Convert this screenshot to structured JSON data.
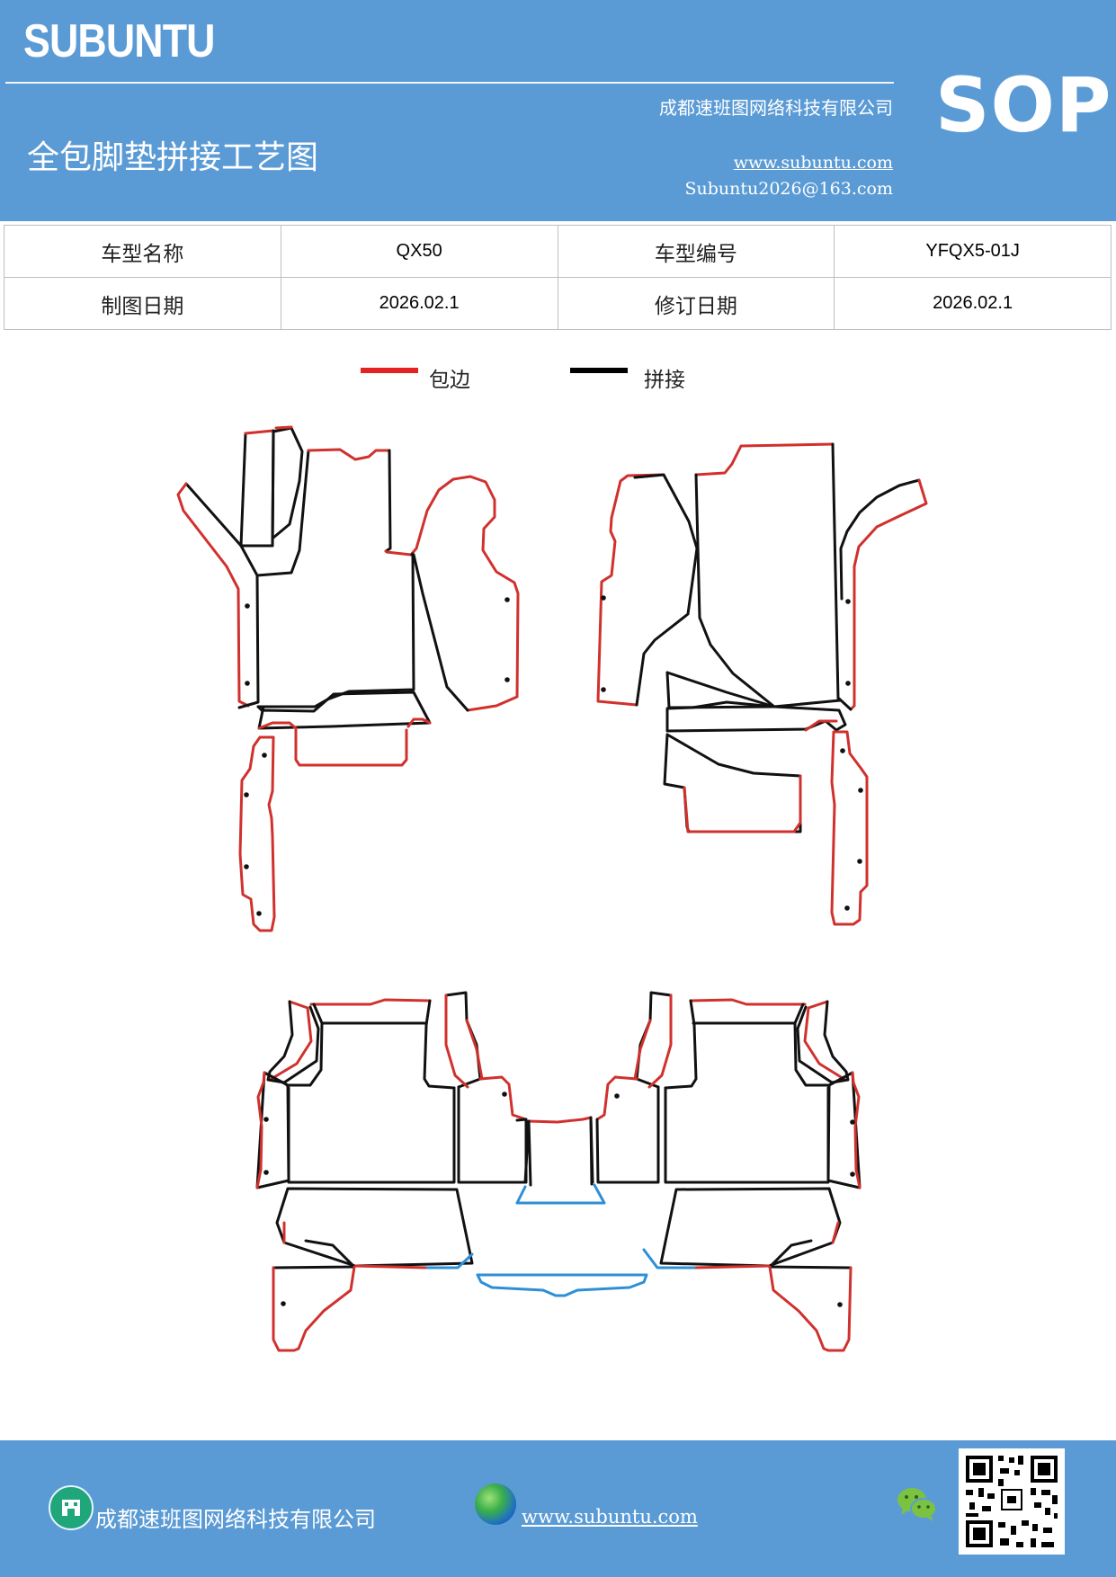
{
  "header": {
    "brand": "SUBUNTU",
    "company": "成都速班图网络科技有限公司",
    "title": "全包脚垫拼接工艺图",
    "website": "www.subuntu.com",
    "email": "Subuntu2026@163.com",
    "doc_type": "SOP"
  },
  "info_table": {
    "row1": {
      "label1": "车型名称",
      "value1": "QX50",
      "label2": "车型编号",
      "value2": "YFQX5-01J"
    },
    "row2": {
      "label1": "制图日期",
      "value1": "2026.02.1",
      "label2": "修订日期",
      "value2": "2026.02.1"
    }
  },
  "legend": {
    "items": [
      {
        "label": "包边",
        "color": "#e32222"
      },
      {
        "label": "拼接",
        "color": "#000000"
      }
    ]
  },
  "colors": {
    "header_bg": "#5b9bd5",
    "edge_red": "#d0312d",
    "seam_black": "#111111",
    "edge_blue": "#2e8fd6"
  },
  "footer": {
    "company": "成都速班图网络科技有限公司",
    "website": "www.subuntu.com",
    "icons": [
      "building-icon",
      "globe-icon",
      "wechat-icon",
      "qr-code"
    ]
  }
}
